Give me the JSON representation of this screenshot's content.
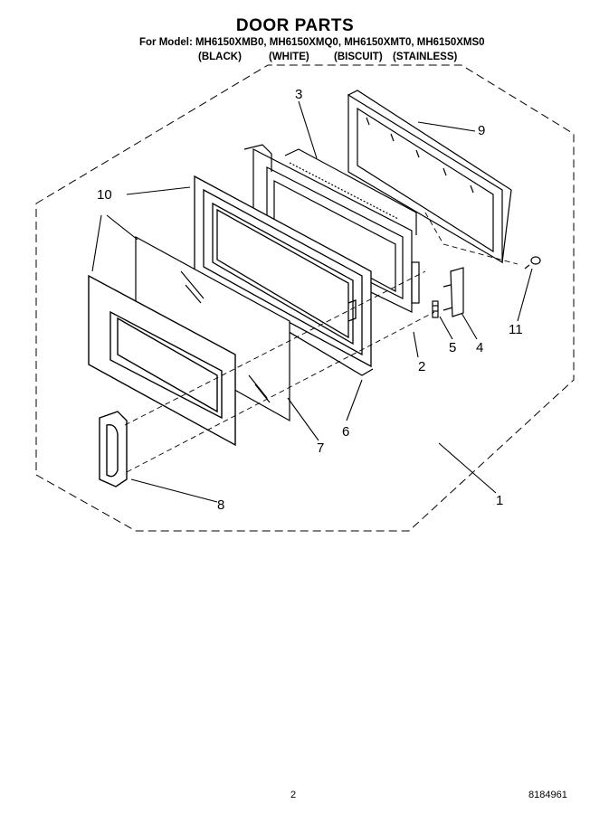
{
  "header": {
    "title": "DOOR PARTS",
    "models": "For Model: MH6150XMB0, MH6150XMQ0, MH6150XMT0, MH6150XMS0",
    "colors": [
      "(BLACK)",
      "(WHITE)",
      "(BISCUIT)",
      "(STAINLESS)"
    ]
  },
  "callouts": {
    "c1": "1",
    "c2": "2",
    "c3": "3",
    "c4": "4",
    "c5": "5",
    "c6": "6",
    "c7": "7",
    "c8": "8",
    "c9": "9",
    "c10": "10",
    "c11": "11"
  },
  "footer": {
    "page": "2",
    "doc_number": "8184961"
  }
}
